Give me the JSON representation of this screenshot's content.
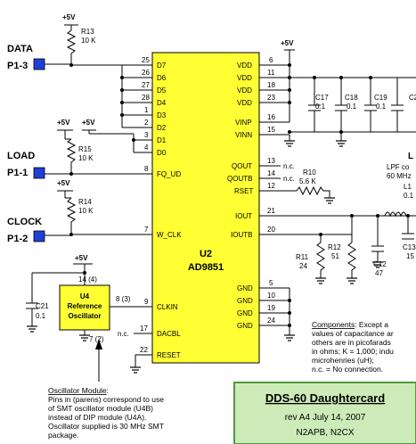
{
  "supply": "+5V",
  "connectors": [
    {
      "name": "DATA",
      "pin": "P1-3"
    },
    {
      "name": "LOAD",
      "pin": "P1-1"
    },
    {
      "name": "CLOCK",
      "pin": "P1-2"
    }
  ],
  "resistors": {
    "r13": {
      "ref": "R13",
      "value": "10 K"
    },
    "r15": {
      "ref": "R15",
      "value": "10 K"
    },
    "r14": {
      "ref": "R14",
      "value": "10 K"
    },
    "r10": {
      "ref": "R10",
      "value": "5.6 K"
    },
    "r11": {
      "ref": "R11",
      "value": "24"
    },
    "r12": {
      "ref": "R12",
      "value": "51"
    }
  },
  "capacitors": {
    "c17": {
      "ref": "C17",
      "value": "0.1"
    },
    "c18": {
      "ref": "C18",
      "value": "0.1"
    },
    "c19": {
      "ref": "C19",
      "value": "0.1"
    },
    "c2x": {
      "ref": "C2",
      "value": ""
    },
    "c21": {
      "ref": "C21",
      "value": "0.1"
    },
    "c12": {
      "ref": "C12",
      "value": "47"
    },
    "c13": {
      "ref": "C13",
      "value": "15"
    }
  },
  "chip": {
    "ref": "U2",
    "part": "AD9851",
    "left_pins": [
      {
        "num": "25",
        "name": "D7"
      },
      {
        "num": "26",
        "name": "D6"
      },
      {
        "num": "27",
        "name": "D5"
      },
      {
        "num": "28",
        "name": "D4"
      },
      {
        "num": "1",
        "name": "D3"
      },
      {
        "num": "2",
        "name": "D2"
      },
      {
        "num": "3",
        "name": "D1"
      },
      {
        "num": "4",
        "name": "D0"
      },
      {
        "num": "8",
        "name": "FQ_UD"
      },
      {
        "num": "7",
        "name": "W_CLK"
      },
      {
        "num": "9",
        "name": "CLKIN"
      },
      {
        "num": "17",
        "name": "DACBL"
      },
      {
        "num": "22",
        "name": "RESET"
      }
    ],
    "right_pins": [
      {
        "num": "6",
        "name": "VDD"
      },
      {
        "num": "11",
        "name": "VDD"
      },
      {
        "num": "18",
        "name": "VDD"
      },
      {
        "num": "23",
        "name": "VDD"
      },
      {
        "num": "16",
        "name": "VINP"
      },
      {
        "num": "15",
        "name": "VINN"
      },
      {
        "num": "13",
        "name": "QOUT"
      },
      {
        "num": "14",
        "name": "QOUTB"
      },
      {
        "num": "12",
        "name": "RSET"
      },
      {
        "num": "21",
        "name": "IOUT"
      },
      {
        "num": "20",
        "name": "IOUTB"
      },
      {
        "num": "5",
        "name": "GND"
      },
      {
        "num": "10",
        "name": "GND"
      },
      {
        "num": "19",
        "name": "GND"
      },
      {
        "num": "24",
        "name": "GND"
      }
    ]
  },
  "oscillator": {
    "ref": "U4",
    "line1": "Reference",
    "line2": "Oscillator",
    "pin_top": "14 (4)",
    "pin_out": "8 (3)",
    "pin_gnd": "7 (2)"
  },
  "nc": "n.c.",
  "filter": {
    "title": "L",
    "line1": "LPF co",
    "line2": "60 MHz",
    "inductor_ref": "L1",
    "inductor_value": "0.1"
  },
  "components_note": {
    "heading": "Components",
    "lines": [
      ":  Except a",
      "values of capacitance ar",
      "others are in picofarads",
      "in ohms; K = 1,000;  indu",
      "microhenries (uH);",
      "n.c. = No connection."
    ]
  },
  "osc_note": {
    "heading": "Oscillator Module",
    "lines": [
      ":",
      "Pins in (parens) correspond to use",
      "of SMT oscillator module (U4B)",
      "instead of DIP module (U4A).",
      "Oscillator supplied is 30 MHz SMT",
      "package."
    ]
  },
  "title_block": {
    "title": "DDS-60 Daughtercard",
    "rev": "rev A4  July 14, 2007",
    "author": "N2APB, N2CX",
    "bg_color": "#cdebb9",
    "border_color": "#4d9a3a"
  },
  "colors": {
    "chip_fill": "#ffff33",
    "connector_fill": "#1f3fd6"
  }
}
